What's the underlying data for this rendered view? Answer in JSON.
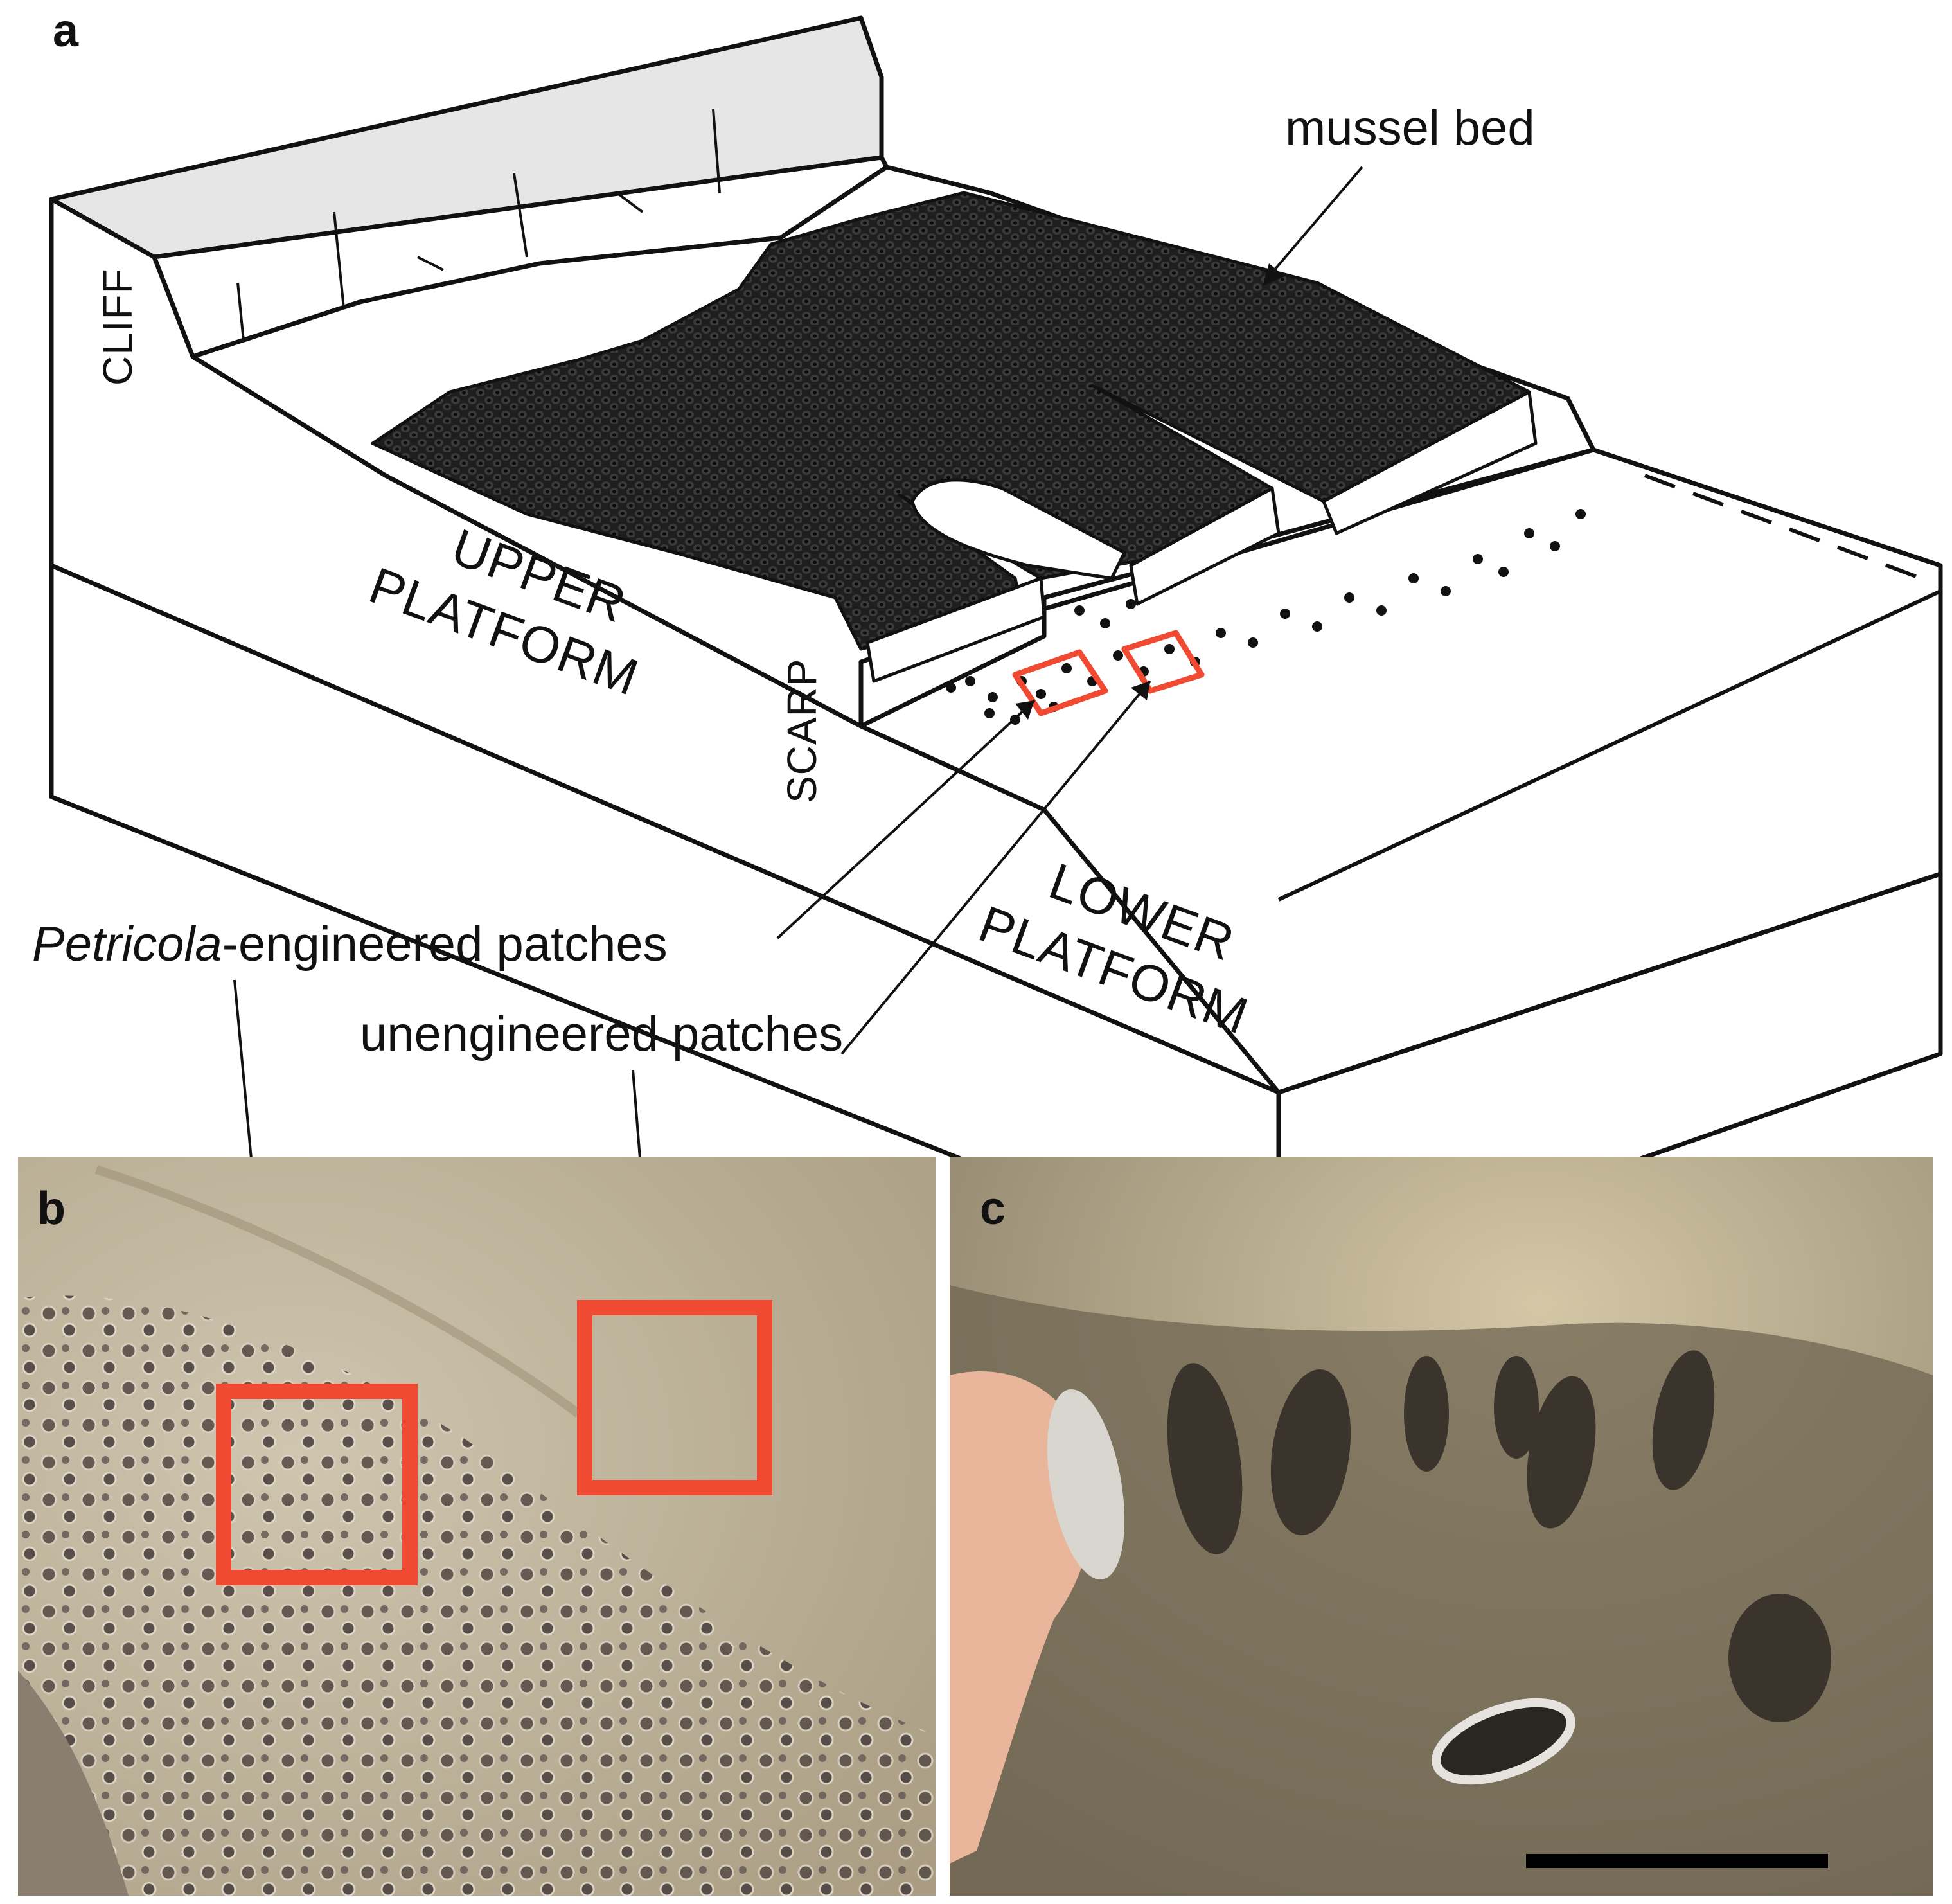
{
  "panels": {
    "a": {
      "letter": "a"
    },
    "b": {
      "letter": "b"
    },
    "c": {
      "letter": "c"
    }
  },
  "labels": {
    "mussel_bed": "mussel bed",
    "cliff": "CLIFF",
    "upper_platform_1": "UPPER",
    "upper_platform_2": "PLATFORM",
    "scarp": "SCARP",
    "lower_platform_1": "LOWER",
    "lower_platform_2": "PLATFORM",
    "petricola_italic": "Petricola",
    "petricola_rest": "-engineered patches",
    "unengineered": "unengineered patches"
  },
  "colors": {
    "outline": "#111111",
    "cliff_top": "#e6e6e6",
    "mussel": "#1c1c1c",
    "patch_box": "#f04a32",
    "photo_b": "#b8ad95",
    "photo_c": "#a89a7c",
    "scale_bar": "#000000"
  }
}
